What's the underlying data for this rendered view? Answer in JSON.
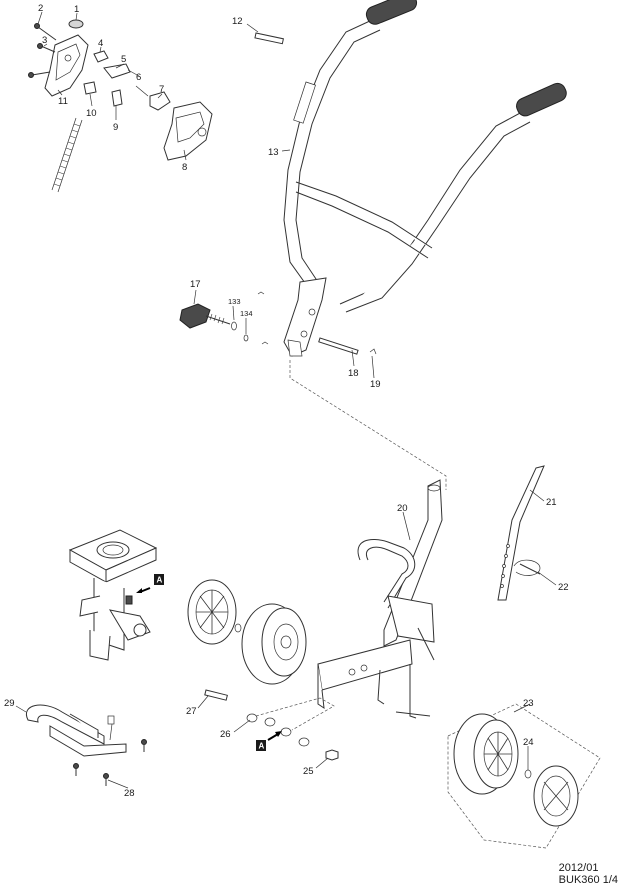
{
  "callouts": {
    "c1": "1",
    "c2": "2",
    "c3": "3",
    "c4": "4",
    "c5": "5",
    "c6": "6",
    "c7": "7",
    "c8": "8",
    "c9": "9",
    "c10": "10",
    "c11": "11",
    "c12": "12",
    "c13": "13",
    "c17": "17",
    "c18": "18",
    "c19": "19",
    "c20": "20",
    "c21": "21",
    "c22": "22",
    "c23": "23",
    "c24": "24",
    "c25": "25",
    "c26": "26",
    "c27": "27",
    "c28": "28",
    "c29": "29",
    "c133": "133",
    "c134": "134"
  },
  "reference_marker": "A",
  "footer": {
    "date": "2012/01",
    "model_page": "BUK360 1/4"
  }
}
